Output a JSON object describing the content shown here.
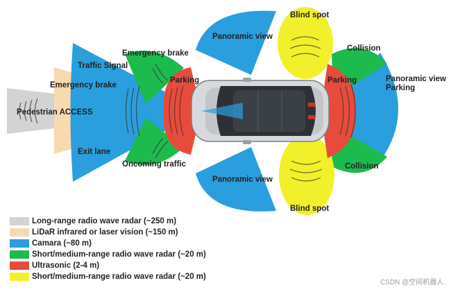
{
  "colors": {
    "long_range_radar": "#d3d3d3",
    "lidar": "#f8d9b0",
    "camera": "#2b9ede",
    "short_medium_radar_green": "#1dbb4e",
    "ultrasonic": "#e84b3c",
    "short_medium_radar_yellow": "#f2f02a",
    "car_body": "#d7dadd",
    "car_glass": "#2d3136"
  },
  "zones": {
    "pedestrian_access": "Pedestrian ACCESS",
    "emergency_brake_rear_left": "Emergency brake",
    "traffic_signal": "Traffic Signal",
    "exit_lane": "Exit lane",
    "emergency_brake_front_top": "Emergency brake",
    "oncoming_traffic": "Oncoming traffic",
    "parking_left": "Parking",
    "parking_right": "Parking",
    "panoramic_view_top": "Panoramic view",
    "panoramic_view_bottom": "Panoramic view",
    "blind_spot_top": "Blind spot",
    "blind_spot_bottom": "Blind spot",
    "collision_top": "Collision",
    "collision_bottom": "Collision",
    "panoramic_view_parking_line1": "Panoramic view",
    "panoramic_view_parking_line2": "Parking"
  },
  "legend": [
    {
      "label": "Long-range radio wave radar (~250 m)",
      "color": "#d3d3d3"
    },
    {
      "label": "LiDaR infrared or laser vision (~150 m)",
      "color": "#f8d9b0"
    },
    {
      "label": "Camara (~80 m)",
      "color": "#2b9ede"
    },
    {
      "label": "Short/medium-range radio wave radar (~20 m)",
      "color": "#1dbb4e"
    },
    {
      "label": "Ultrasonic (2-4 m)",
      "color": "#e84b3c"
    },
    {
      "label": "Short/medium-range radio wave radar (~20 m)",
      "color": "#f2f02a"
    }
  ],
  "watermark": "CSDN @空间机器人."
}
